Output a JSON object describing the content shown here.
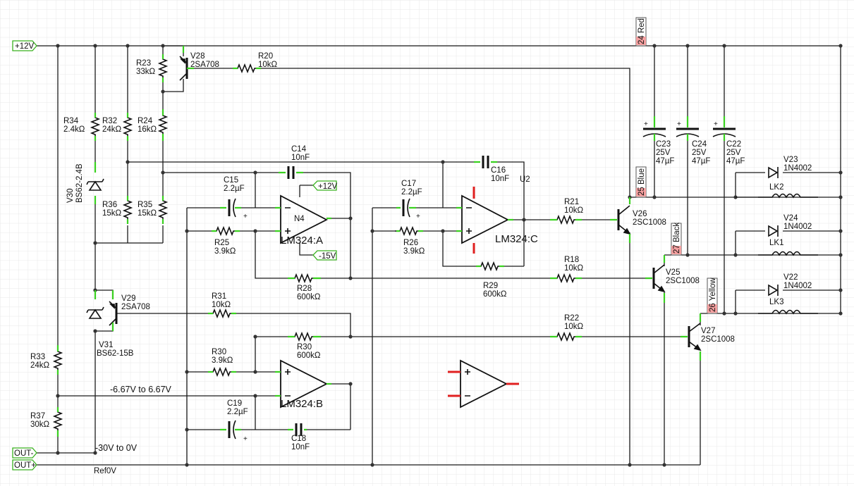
{
  "ports": {
    "vplus": "+12V",
    "out_minus": "OUT-",
    "out_plus": "OUT+",
    "v12": "+12V",
    "vm15": "-15V"
  },
  "resistors": {
    "r20": [
      "R20",
      "10kΩ"
    ],
    "r23": [
      "R23",
      "33kΩ"
    ],
    "r34": [
      "R34",
      "2.4kΩ"
    ],
    "r32": [
      "R32",
      "24kΩ"
    ],
    "r24": [
      "R24",
      "16kΩ"
    ],
    "r36": [
      "R36",
      "15kΩ"
    ],
    "r35": [
      "R35",
      "15kΩ"
    ],
    "r25": [
      "R25",
      "3.9kΩ"
    ],
    "r28": [
      "R28",
      "600kΩ"
    ],
    "r26": [
      "R26",
      "3.9kΩ"
    ],
    "r29": [
      "R29",
      "600kΩ"
    ],
    "r21": [
      "R21",
      "10kΩ"
    ],
    "r18": [
      "R18",
      "10kΩ"
    ],
    "r22": [
      "R22",
      "10kΩ"
    ],
    "r31": [
      "R31",
      "10kΩ"
    ],
    "r30a": [
      "R30",
      "3.9kΩ"
    ],
    "r30b": [
      "R30",
      "600kΩ"
    ],
    "r33": [
      "R33",
      "24kΩ"
    ],
    "r37": [
      "R37",
      "30kΩ"
    ]
  },
  "capacitors": {
    "c14": [
      "C14",
      "10nF"
    ],
    "c15": [
      "C15",
      "2.2µF"
    ],
    "c17": [
      "C17",
      "2.2µF"
    ],
    "c16": [
      "C16",
      "10nF"
    ],
    "c19": [
      "C19",
      "2.2µF"
    ],
    "c18": [
      "C18",
      "10nF"
    ],
    "c23": [
      "C23",
      "25V",
      "47µF"
    ],
    "c24": [
      "C24",
      "25V",
      "47µF"
    ],
    "c22": [
      "C22",
      "25V",
      "47µF"
    ]
  },
  "transistors": {
    "v28": [
      "V28",
      "2SA708"
    ],
    "v29": [
      "V29",
      "2SA708"
    ],
    "v26": [
      "V26",
      "2SC1008"
    ],
    "v25": [
      "V25",
      "2SC1008"
    ],
    "v27": [
      "V27",
      "2SC1008"
    ]
  },
  "zeners": {
    "v30": [
      "V30",
      "BS62-2.4B"
    ],
    "v31": [
      "V31",
      "BS62-15B"
    ]
  },
  "diodes": {
    "v23": [
      "V23",
      "1N4002"
    ],
    "v24": [
      "V24",
      "1N4002"
    ],
    "v22": [
      "V22",
      "1N4002"
    ]
  },
  "inductors": {
    "lk2": "LK2",
    "lk1": "LK1",
    "lk3": "LK3"
  },
  "opamps": {
    "n4_ref": "N4",
    "a": "LM324:A",
    "c": "LM324:C",
    "b": "LM324:B",
    "u2": "U2"
  },
  "connectors": {
    "red": "24 Red",
    "blue": "25 Blue",
    "black": "27 Black",
    "yellow": "26 Yellow"
  },
  "net_labels": {
    "range_bipolar": "-6.67V to 6.67V",
    "range_neg": "-30V to 0V",
    "ref": "Ref0V"
  }
}
